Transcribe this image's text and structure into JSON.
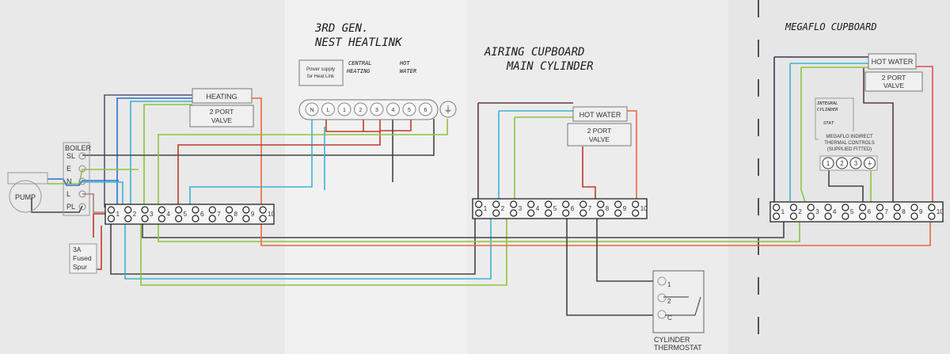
{
  "titles": {
    "heatlink_line1": "3RD GEN.",
    "heatlink_line2": "NEST HEATLINK",
    "airing_line1": "AIRING CUPBOARD",
    "airing_line2": "MAIN CYLINDER",
    "megaflo": "MEGAFLO CUPBOARD"
  },
  "heatlink": {
    "power_supply_line1": "Power supply",
    "power_supply_line2": "for Heat Link",
    "central_heating_line1": "CENTRAL",
    "central_heating_line2": "HEATING",
    "hot_water_line1": "HOT",
    "hot_water_line2": "WATER",
    "terminals": [
      "N",
      "L",
      "1",
      "2",
      "3",
      "4",
      "5",
      "6"
    ]
  },
  "heating_valve": {
    "label": "HEATING",
    "body_line1": "2 PORT",
    "body_line2": "VALVE"
  },
  "hw_valve_airing": {
    "label": "HOT WATER",
    "body_line1": "2 PORT",
    "body_line2": "VALVE"
  },
  "hw_valve_megaflo": {
    "label": "HOT WATER",
    "body_line1": "2 PORT",
    "body_line2": "VALVE"
  },
  "boiler": {
    "title": "BOILER",
    "terminals": [
      "SL",
      "E",
      "N",
      "L",
      "PL"
    ]
  },
  "pump": {
    "label": "PUMP"
  },
  "fused_spur": {
    "line1": "3A",
    "line2": "Fused",
    "line3": "Spur"
  },
  "junction_terminals": [
    "1",
    "2",
    "3",
    "4",
    "5",
    "6",
    "7",
    "8",
    "9",
    "10"
  ],
  "cylinder_thermostat": {
    "line1": "CYLINDER",
    "line2": "THERMOSTAT",
    "terminals": [
      "1",
      "2",
      "C"
    ]
  },
  "megaflo_controls": {
    "stat_line1": "INTEGRAL",
    "stat_line2": "CYLINDER",
    "stat_line3": "STAT",
    "title_line1": "MEGAFLO INDIRECT",
    "title_line2": "THERMAL CONTROLS",
    "title_line3": "(SUPPLIED FITTED)",
    "terminals": [
      "1",
      "2",
      "3",
      "⏚"
    ]
  },
  "colors": {
    "brown": "#5e3b3f",
    "blue": "#2f6fd0",
    "cyan": "#3bb3d2",
    "green": "#8cc43c",
    "grey": "#444444",
    "red": "#c0392b",
    "orange": "#e8693a",
    "paper": "#f2f2f2"
  }
}
